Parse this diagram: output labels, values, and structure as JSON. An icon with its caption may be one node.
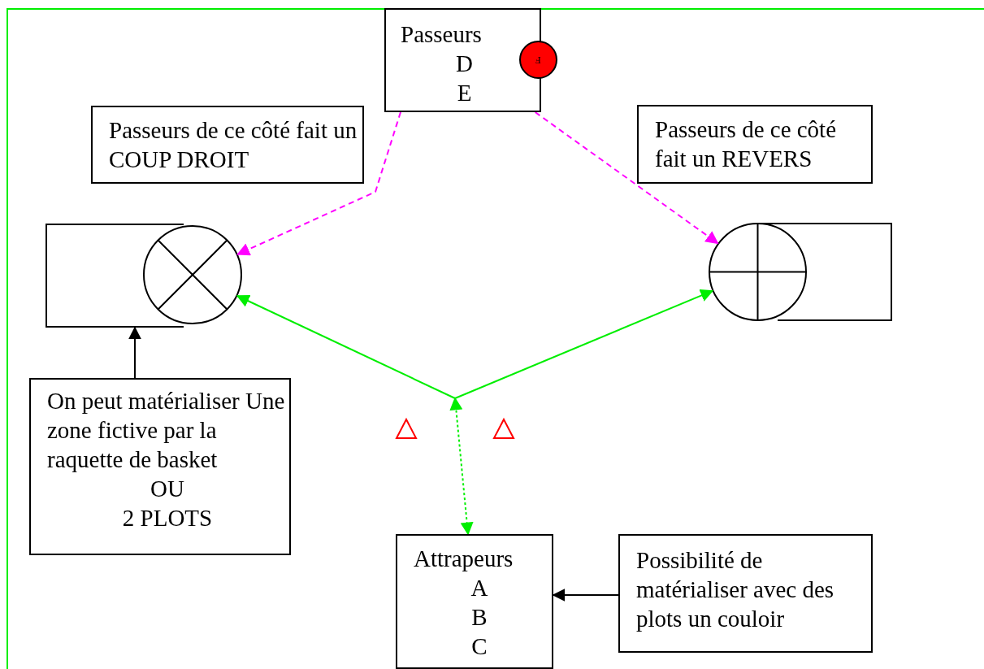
{
  "diagram": {
    "nodes": [
      {
        "text": [
          "Passeurs",
          "D",
          "E"
        ]
      },
      {
        "text": [
          "F"
        ]
      },
      {
        "text": [
          "Passeurs de ce côté fait un COUP DROIT"
        ]
      },
      {
        "text": [
          "Passeurs de ce côté fait un REVERS"
        ]
      },
      {
        "text": [],
        "shape": "box"
      },
      {
        "text": [],
        "shape": "circle"
      },
      {
        "text": [],
        "shape": "circle"
      },
      {
        "text": [],
        "shape": "box"
      },
      {
        "text": [
          "On peut matérialiser Une zone fictive par la raquette de basket",
          "OU",
          "2 PLOTS"
        ]
      },
      {
        "text": [
          "Attrapeurs",
          "A",
          "B",
          "C"
        ]
      },
      {
        "text": [
          "Possibilité de matérialiser avec des plots un couloir"
        ]
      }
    ],
    "edges": [
      {
        "from": 0,
        "to": 5,
        "arrow": "to",
        "style": "dashed",
        "color": "#ff00ff"
      },
      {
        "from": 0,
        "to": 6,
        "arrow": "to",
        "style": "dashed",
        "color": "#ff00ff"
      },
      {
        "from": null,
        "to": 5,
        "arrow": "to",
        "color": "#00ee00"
      },
      {
        "from": null,
        "to": 6,
        "arrow": "to",
        "color": "#00ee00"
      },
      {
        "from": 9,
        "to": null,
        "arrow": "both",
        "style": "dashed",
        "color": "#00ee00"
      },
      {
        "from": 8,
        "to": 4,
        "arrow": "to",
        "color": "#000000"
      },
      {
        "from": 10,
        "to": 9,
        "arrow": "to",
        "color": "#000000"
      }
    ]
  }
}
